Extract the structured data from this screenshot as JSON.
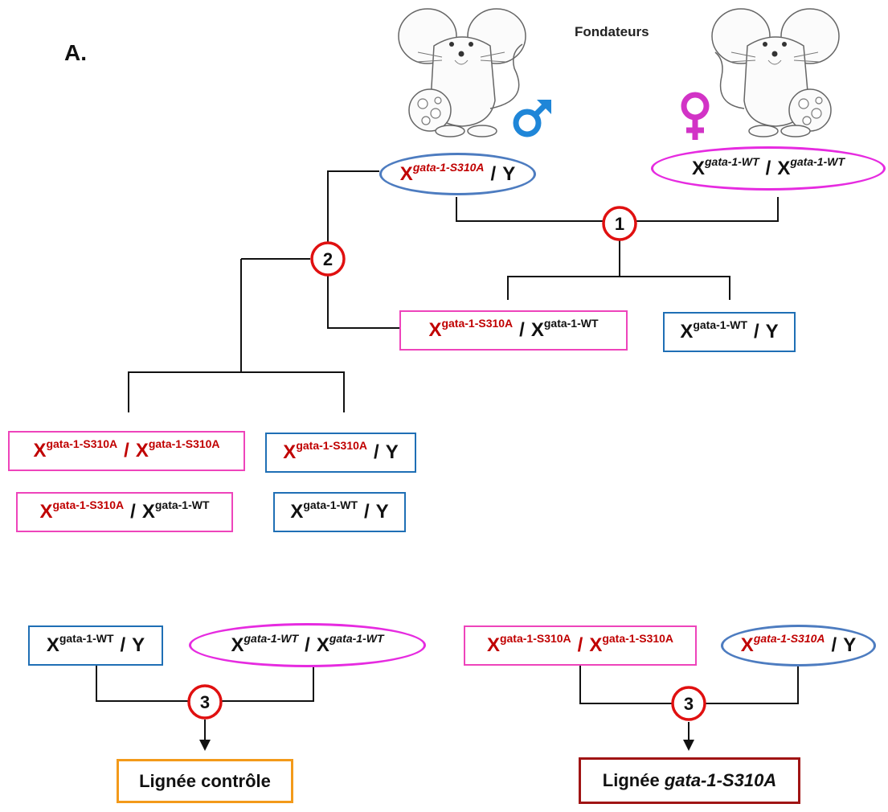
{
  "panel_label": "A.",
  "founders_label": "Fondateurs",
  "icons": {
    "mouse": "mouse-cartoon-icon",
    "male": "mars-symbol-icon",
    "female": "venus-symbol-icon"
  },
  "colors": {
    "mutant_red": "#c00000",
    "female_pink": "#ee44bb",
    "female_oval": "#e62be0",
    "male_blue": "#1f6fb5",
    "male_oval": "#4d7cc0",
    "step_red": "#e01010",
    "control_orange": "#f39a1a",
    "mutant_box": "#a01414"
  },
  "steps": {
    "s1": "1",
    "s2": "2",
    "s3a": "3",
    "s3b": "3"
  },
  "genotypes": {
    "founder_male": {
      "x": "X",
      "sup": "gata-1-S310A",
      "sep": "/",
      "tail": "Y"
    },
    "founder_female": {
      "x1": "X",
      "sup1": "gata-1-WT",
      "sep": "/",
      "x2": "X",
      "sup2": "gata-1-WT"
    },
    "f1_female": {
      "x1": "X",
      "sup1": "gata-1-S310A",
      "sep": "/",
      "x2": "X",
      "sup2": "gata-1-WT"
    },
    "f1_male": {
      "x": "X",
      "sup": "gata-1-WT",
      "sep": "/",
      "tail": "Y"
    },
    "f2_female_hom": {
      "x1": "X",
      "sup1": "gata-1-S310A",
      "sep": "/",
      "x2": "X",
      "sup2": "gata-1-S310A"
    },
    "f2_male_mut": {
      "x": "X",
      "sup": "gata-1-S310A",
      "sep": "/",
      "tail": "Y"
    },
    "f2_female_het": {
      "x1": "X",
      "sup1": "gata-1-S310A",
      "sep": "/",
      "x2": "X",
      "sup2": "gata-1-WT"
    },
    "f2_male_wt": {
      "x": "X",
      "sup": "gata-1-WT",
      "sep": "/",
      "tail": "Y"
    },
    "ctrl_male": {
      "x": "X",
      "sup": "gata-1-WT",
      "sep": "/",
      "tail": "Y"
    },
    "ctrl_female": {
      "x1": "X",
      "sup1": "gata-1-WT",
      "sep": "/",
      "x2": "X",
      "sup2": "gata-1-WT"
    },
    "mut_female": {
      "x1": "X",
      "sup1": "gata-1-S310A",
      "sep": "/",
      "x2": "X",
      "sup2": "gata-1-S310A"
    },
    "mut_male": {
      "x": "X",
      "sup": "gata-1-S310A",
      "sep": "/",
      "tail": "Y"
    }
  },
  "outcomes": {
    "control": "Lignée contrôle",
    "mutant_prefix": "Lignée",
    "mutant_name": "gata-1-S310A"
  }
}
